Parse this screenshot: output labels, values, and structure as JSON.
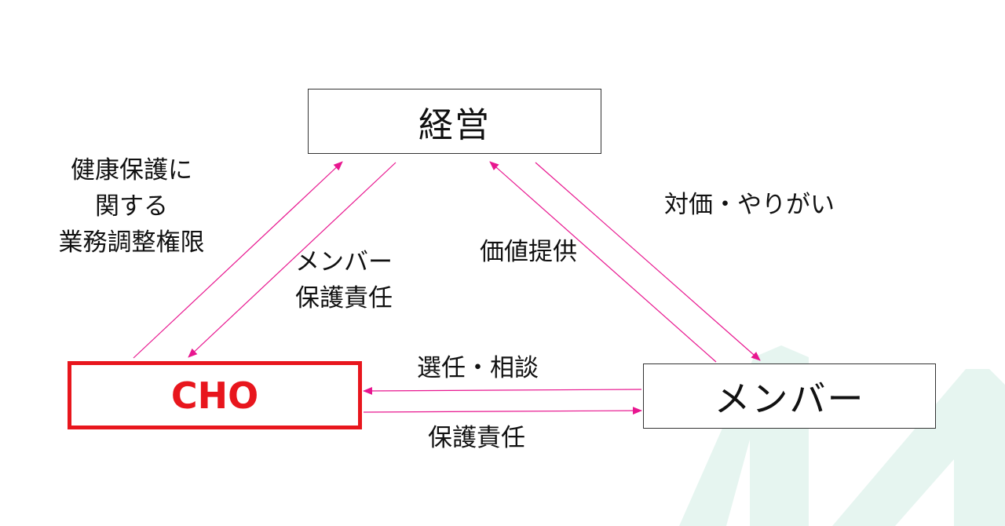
{
  "nodes": {
    "top": "経営",
    "left": "CHO",
    "right": "メンバー"
  },
  "edges": {
    "health_authority": [
      "健康保護に",
      "関する",
      "業務調整権限"
    ],
    "member_protection": [
      "メンバー",
      "保護責任"
    ],
    "value_provision": "価値提供",
    "reward_fulfillment": "対価・やりがい",
    "appointment_consultation": "選任・相談",
    "protection_responsibility": "保護責任"
  },
  "colors": {
    "arrow": "#e8168f",
    "cho_accent": "#e8161d",
    "watermark": "#e3f4ee"
  }
}
